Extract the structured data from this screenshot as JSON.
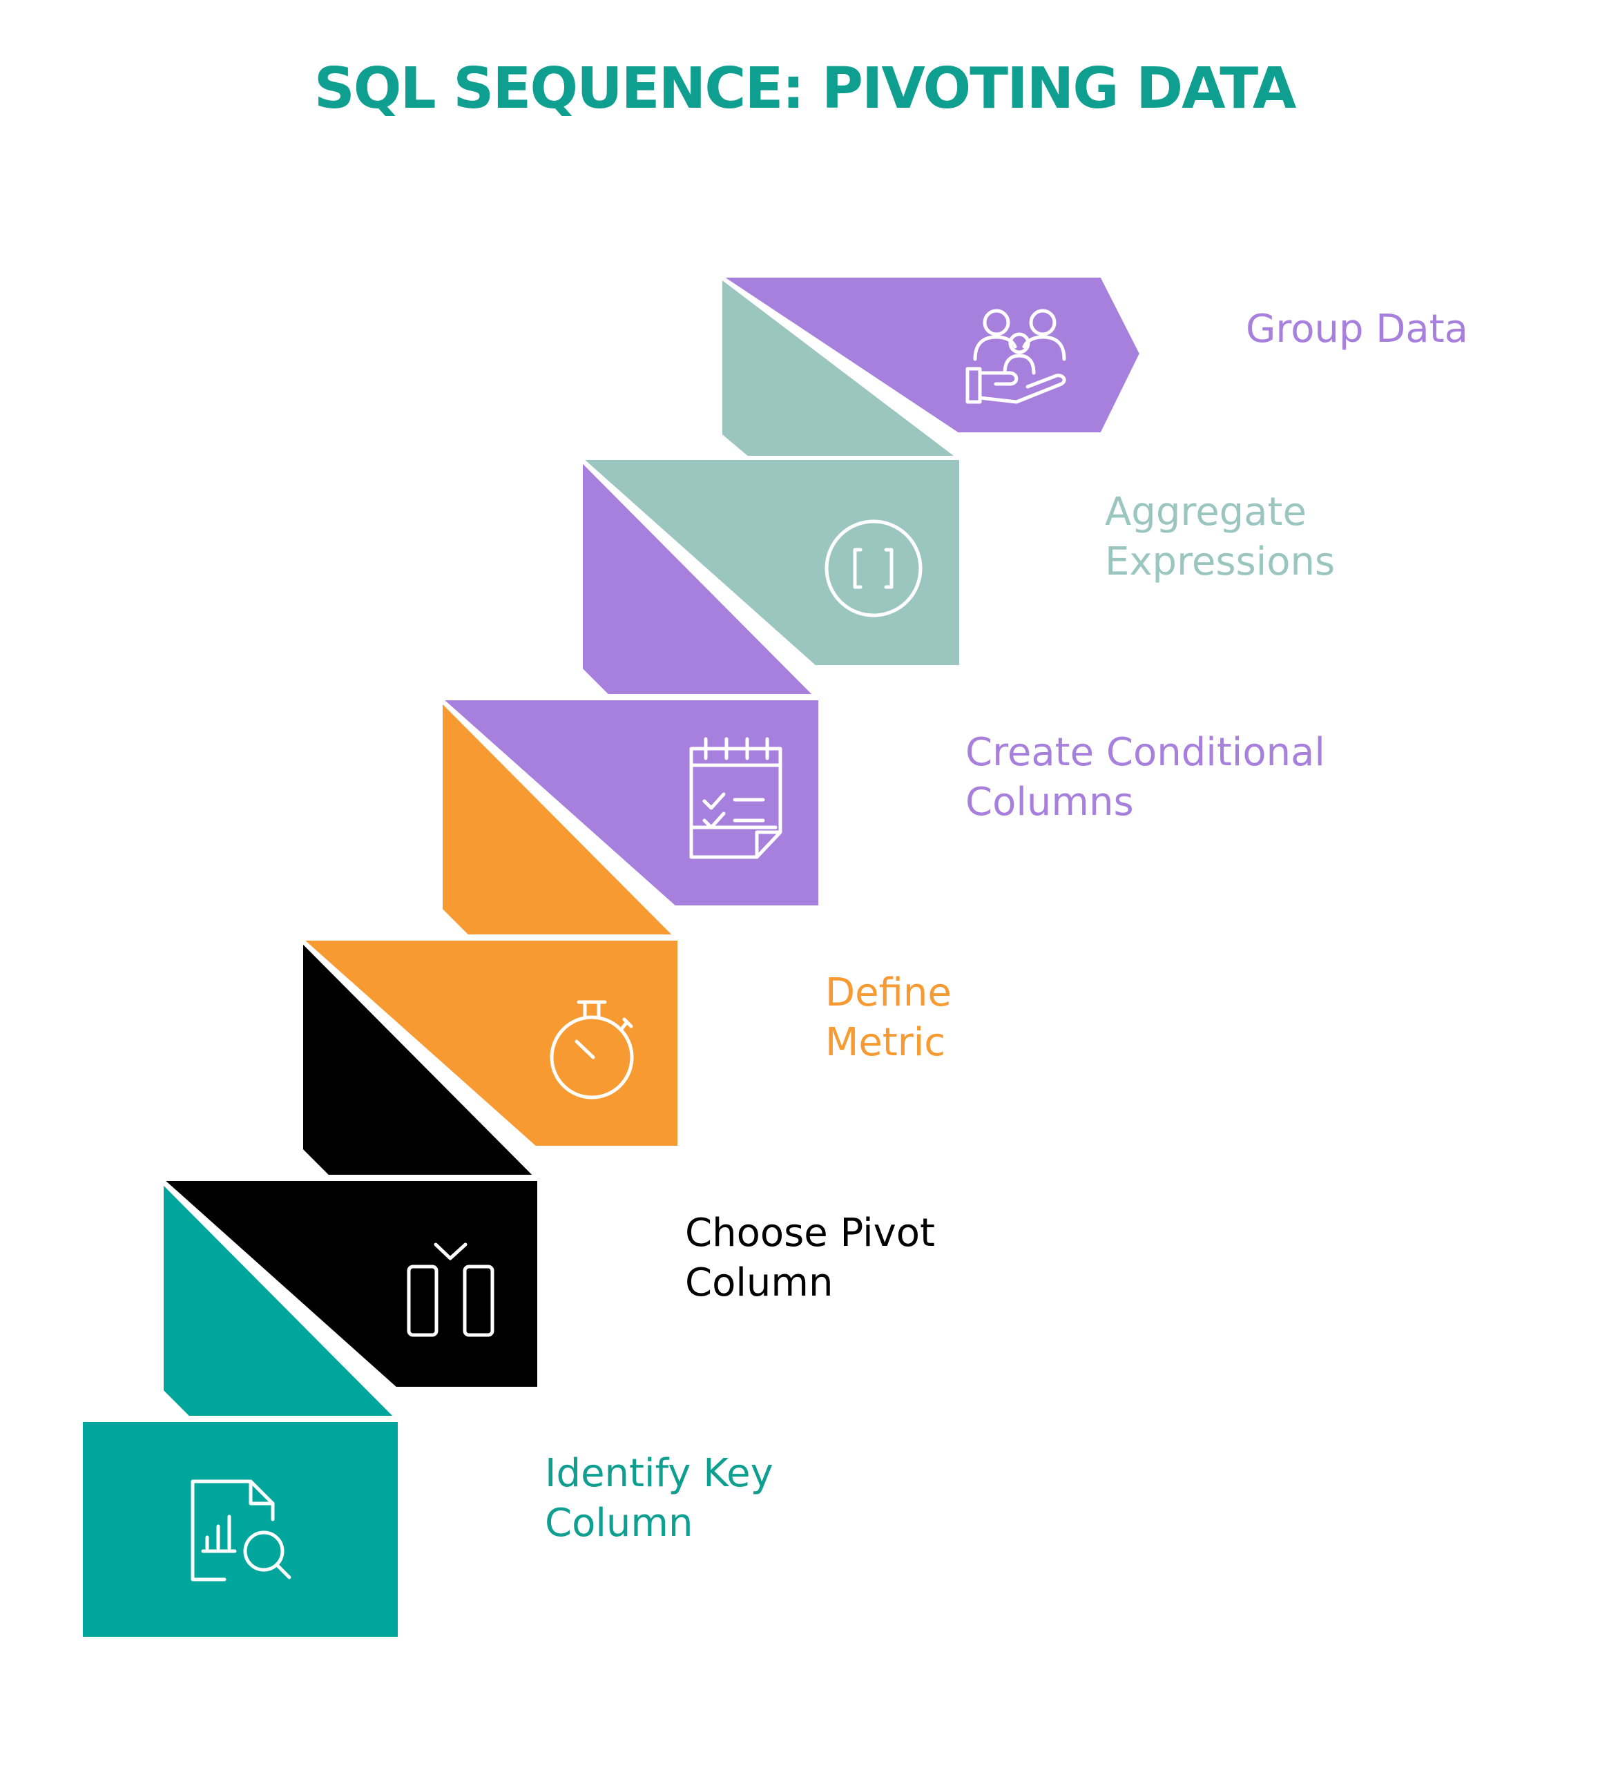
{
  "title": "SQL SEQUENCE: PIVOTING DATA",
  "colors": {
    "title": "#0e9f90",
    "teal": "#00a69c",
    "black": "#000000",
    "orange": "#f89a32",
    "purple": "#a77fdc",
    "sage": "#9bc6bf",
    "icon_stroke": "#ffffff"
  },
  "steps": [
    {
      "order": 1,
      "lines": [
        "Identify Key",
        "Column"
      ],
      "icon": "document-search-icon",
      "color": "teal",
      "label_color": "#0e9f90"
    },
    {
      "order": 2,
      "lines": [
        "Choose Pivot",
        "Column"
      ],
      "icon": "pivot-columns-icon",
      "color": "black",
      "label_color": "#000000"
    },
    {
      "order": 3,
      "lines": [
        "Define",
        "Metric"
      ],
      "icon": "stopwatch-icon",
      "color": "orange",
      "label_color": "#f89a32"
    },
    {
      "order": 4,
      "lines": [
        "Create Conditional",
        "Columns"
      ],
      "icon": "checklist-calendar-icon",
      "color": "purple",
      "label_color": "#a77fdc"
    },
    {
      "order": 5,
      "lines": [
        "Aggregate",
        "Expressions"
      ],
      "icon": "brackets-circle-icon",
      "color": "sage",
      "label_color": "#9bc6bf"
    },
    {
      "order": 6,
      "lines": [
        "Group Data"
      ],
      "icon": "group-hand-icon",
      "color": "purple",
      "label_color": "#a77fdc"
    }
  ]
}
